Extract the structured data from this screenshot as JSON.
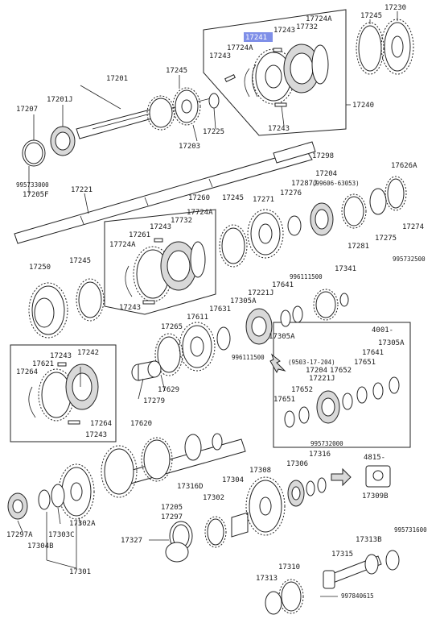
{
  "highlighted_part": "17241",
  "labels": {
    "p17230": "17230",
    "p17245_top": "17245",
    "p17724A_top": "17724A",
    "p17243_top": "17243",
    "p17732_top": "17732",
    "p17241": "17241",
    "p17724A_mid": "17724A",
    "p17243_left": "17243",
    "p17240": "17240",
    "p17243_bot": "17243",
    "p17201": "17201",
    "p17245_a": "17245",
    "p17201J": "17201J",
    "p17207": "17207",
    "p17225": "17225",
    "p17203": "17203",
    "p995733000": "995733000",
    "p17205F": "17205F",
    "p17221": "17221",
    "p17298": "17298",
    "p17204": "17204",
    "p99606": "(99606-63053)",
    "p17626A": "17626A",
    "p17287J": "17287J",
    "p17276": "17276",
    "p17271": "17271",
    "p17245_b": "17245",
    "p17260": "17260",
    "p17724A_b": "17724A",
    "p17243_c": "17243",
    "p17261": "17261",
    "p17732_b": "17732",
    "p17724A_c": "17724A",
    "p17243_d": "17243",
    "p17274": "17274",
    "p17275": "17275",
    "p17281": "17281",
    "p995732500": "995732500",
    "p17341": "17341",
    "p17250": "17250",
    "p17245_c": "17245",
    "p996111500_a": "996111500",
    "p17641_a": "17641",
    "p17221J_a": "17221J",
    "p17305A_a": "17305A",
    "p17631": "17631",
    "p17611": "17611",
    "p17305A_b": "17305A",
    "p996111500_b": "996111500",
    "p17265": "17265",
    "p4001": "4001-",
    "p17305A_c": "17305A",
    "p17641_b": "17641",
    "p9503": "(9503-17-204)",
    "p17204_b": "17204",
    "p17651_a": "17651",
    "p17652_a": "17652",
    "p17221J_b": "17221J",
    "p17652_b": "17652",
    "p17651_b": "17651",
    "p17243_e": "17243",
    "p17242": "17242",
    "p17621": "17621",
    "p17264_a": "17264",
    "p17629": "17629",
    "p17279": "17279",
    "p17264_b": "17264",
    "p17620": "17620",
    "p17243_f": "17243",
    "p995732000": "995732000",
    "p17316": "17316",
    "p4815": "4815-",
    "p17306": "17306",
    "p17308": "17308",
    "p17309B": "17309B",
    "p17316D": "17316D",
    "p17304": "17304",
    "p17302": "17302",
    "p17205": "17205",
    "p17297_a": "17297",
    "p17302A": "17302A",
    "p17303C": "17303C",
    "p17297A": "17297A",
    "p17304B": "17304B",
    "p17327": "17327",
    "p17301": "17301",
    "p995731600": "995731600",
    "p17313B": "17313B",
    "p17315": "17315",
    "p17310": "17310",
    "p17313": "17313",
    "p997840615": "997840615"
  }
}
